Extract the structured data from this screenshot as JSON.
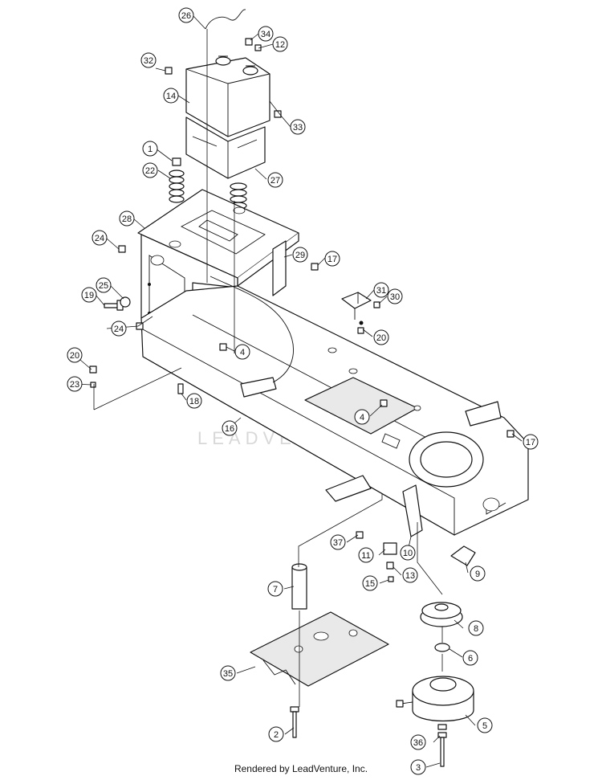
{
  "watermark": "LEADVENTURE",
  "footer": "Rendered by LeadVenture, Inc.",
  "callouts": [
    "26",
    "34",
    "12",
    "32",
    "14",
    "33",
    "1",
    "22",
    "27",
    "28",
    "24",
    "29",
    "17",
    "25",
    "19",
    "31",
    "30",
    "24",
    "20",
    "4",
    "20",
    "23",
    "18",
    "16",
    "4",
    "17",
    "37",
    "11",
    "10",
    "9",
    "7",
    "15",
    "13",
    "8",
    "6",
    "35",
    "5",
    "36",
    "2",
    "3"
  ]
}
